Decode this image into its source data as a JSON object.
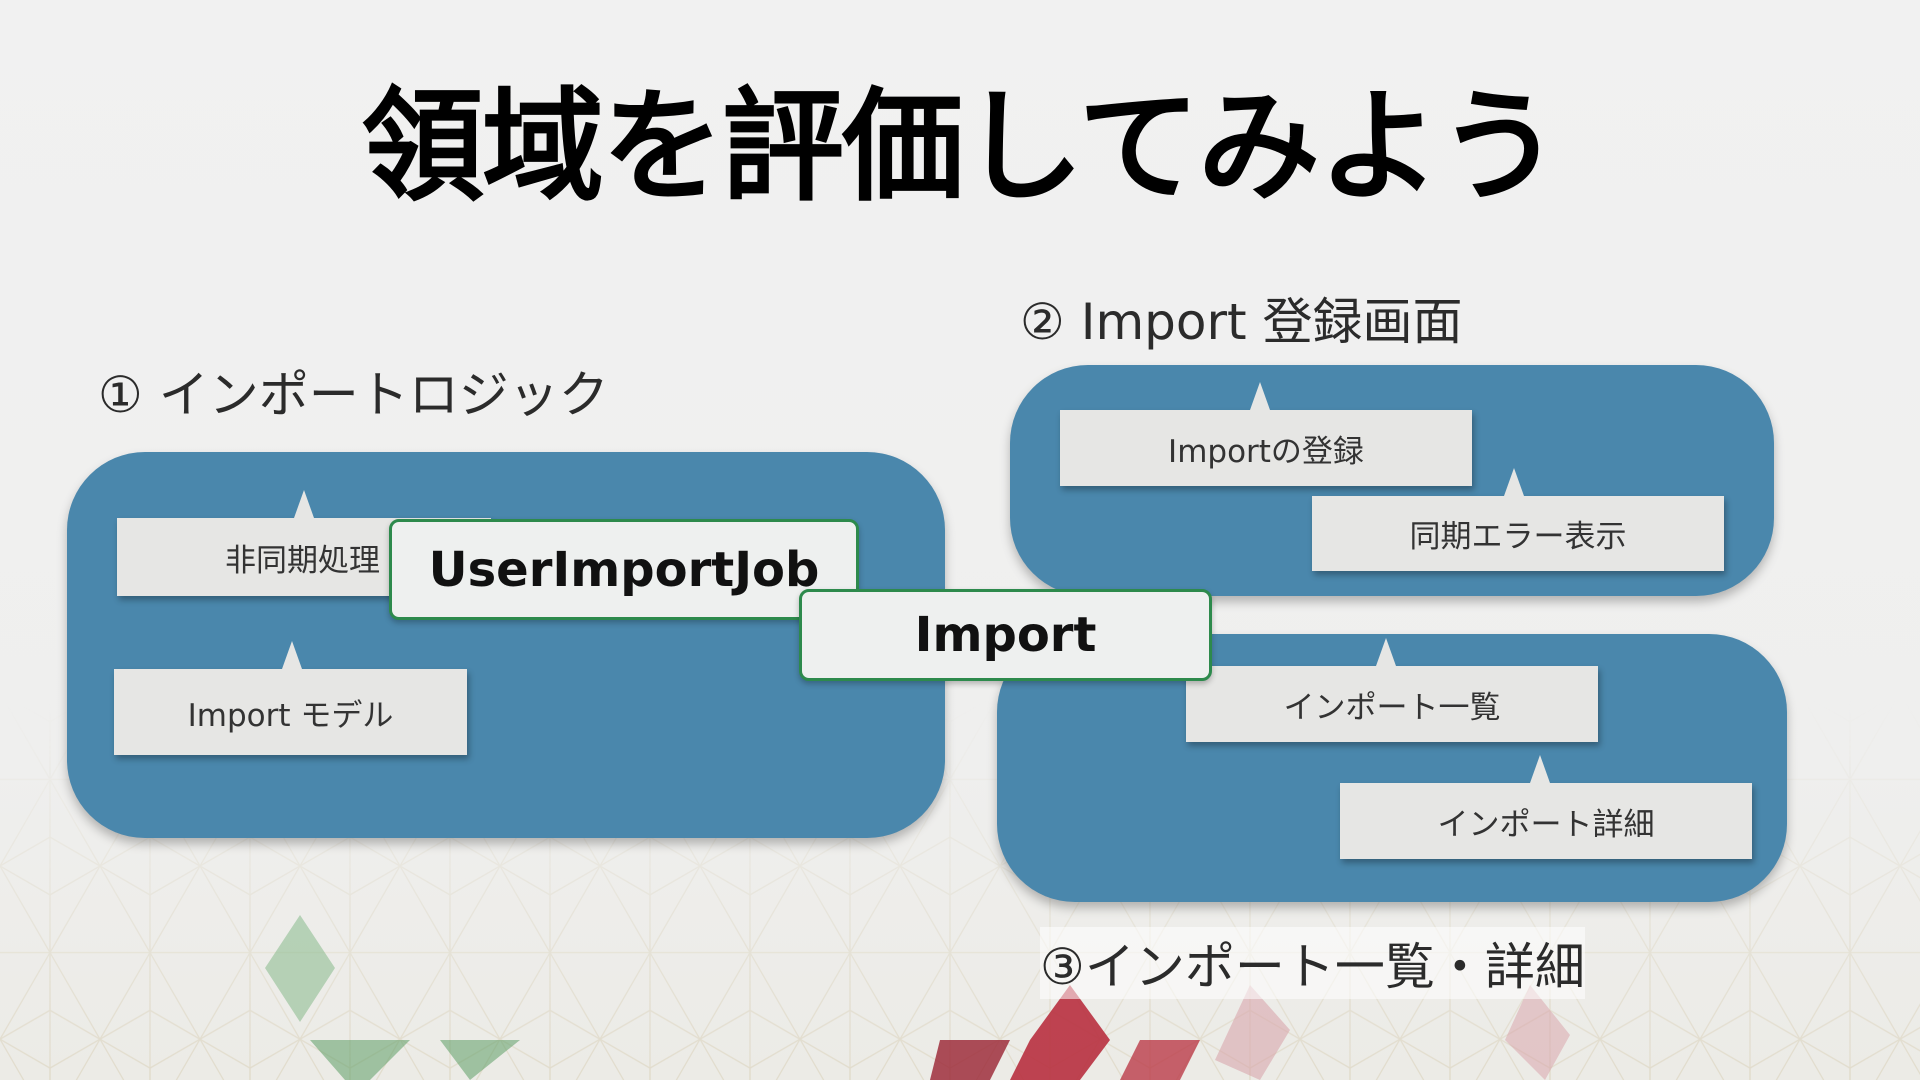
{
  "title": "領域を評価してみよう",
  "domains": {
    "import_logic": {
      "label": "① インポートロジック",
      "notes": [
        "非同期処理",
        "Import モデル"
      ]
    },
    "import_registration": {
      "label": "② Import 登録画面",
      "notes": [
        "Importの登録",
        "同期エラー表示"
      ]
    },
    "import_list_detail": {
      "label": "③インポート一覧・詳細",
      "notes": [
        "インポート一覧",
        "インポート詳細"
      ]
    }
  },
  "code_elements": [
    "UserImportJob",
    "Import"
  ],
  "colors": {
    "panel": "#4a87ac",
    "note": "#e6e6e4",
    "code_border": "#2d8a4c"
  }
}
